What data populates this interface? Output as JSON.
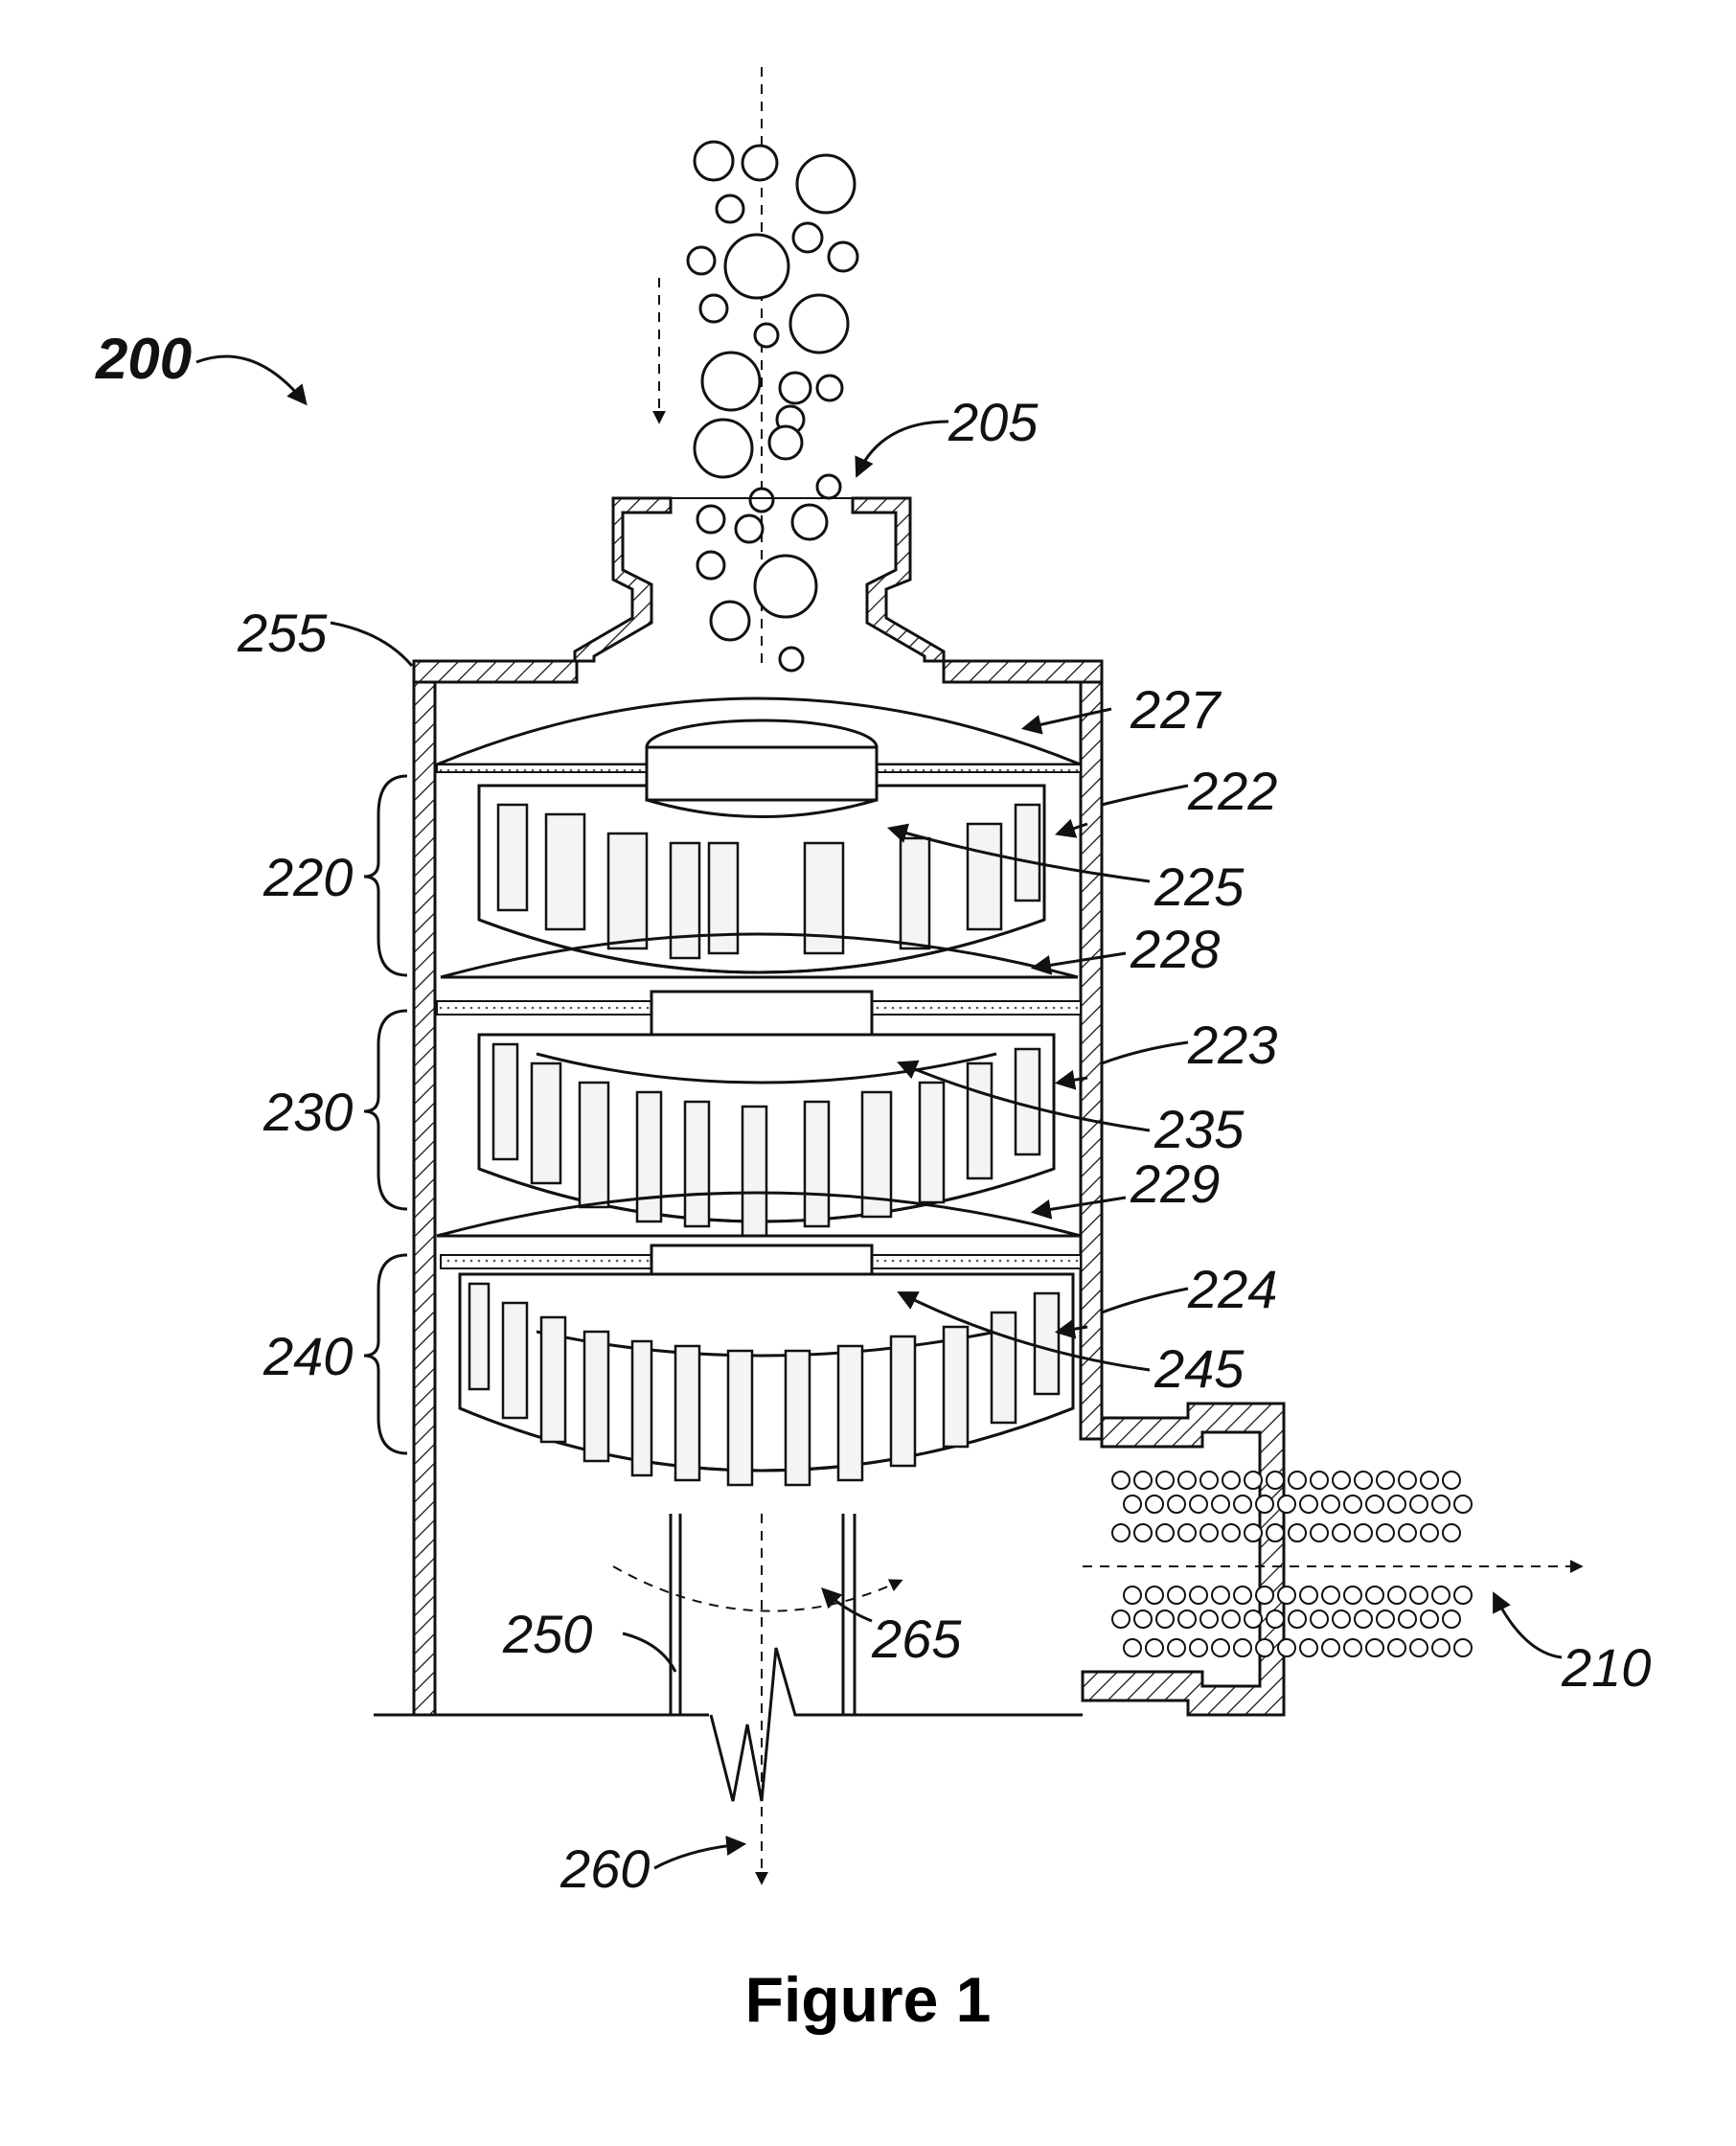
{
  "figure": {
    "caption": "Figure 1",
    "labels": {
      "l200": "200",
      "l205": "205",
      "l210": "210",
      "l220": "220",
      "l222": "222",
      "l223": "223",
      "l224": "224",
      "l225": "225",
      "l227": "227",
      "l228": "228",
      "l229": "229",
      "l230": "230",
      "l235": "235",
      "l240": "240",
      "l245": "245",
      "l250": "250",
      "l255": "255",
      "l260": "260",
      "l265": "265"
    }
  }
}
